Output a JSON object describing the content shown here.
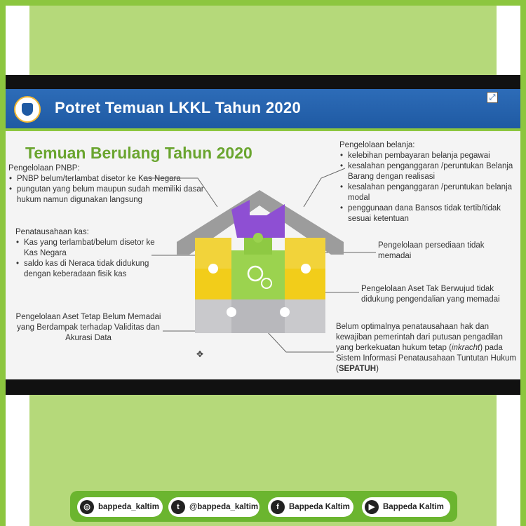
{
  "slide": {
    "title": "Potret Temuan LKKL Tahun 2020",
    "subtitle": "Temuan Berulang Tahun 2020"
  },
  "left_groups": [
    {
      "heading": "Pengelolaan PNBP:",
      "items": [
        "PNBP belum/terlambat disetor ke Kas Negara",
        "pungutan yang belum maupun sudah memiliki dasar hukum namun digunakan langsung"
      ]
    },
    {
      "heading": "Penatausahaan kas:",
      "items": [
        "Kas yang terlambat/belum disetor ke Kas Negara",
        "saldo kas di Neraca tidak didukung dengan keberadaan fisik kas"
      ]
    }
  ],
  "left_bottom": "Pengelolaan Aset Tetap Belum Memadai yang Berdampak terhadap Validitas dan Akurasi Data",
  "right_group": {
    "heading": "Pengelolaan belanja:",
    "items": [
      "kelebihan pembayaran belanja pegawai",
      "kesalahan penganggaran /peruntukan Belanja Barang dengan realisasi",
      "kesalahan penganggaran /peruntukan belanja modal",
      "penggunaan dana Bansos tidak tertib/tidak sesuai ketentuan"
    ]
  },
  "right_persediaan": "Pengelolaan persediaan tidak memadai",
  "right_aset": "Pengelolaan Aset Tak Berwujud tidak didukung pengendalian yang memadai",
  "right_bottom": {
    "text_a": "Belum optimalnya penatausahaan hak dan kewajiban pemerintah dari putusan pengadilan yang berkekuatan hukum tetap (",
    "text_italic": "inkracht",
    "text_b": ") pada Sistem Informasi Penatausahaan Tuntutan Hukum (",
    "text_bold": "SEPATUH",
    "text_c": ")"
  },
  "social": [
    {
      "icon": "instagram-icon",
      "label": "bappeda_kaltim"
    },
    {
      "icon": "twitter-icon",
      "label": "@bappeda_kaltim"
    },
    {
      "icon": "facebook-icon",
      "label": "Bappeda Kaltim"
    },
    {
      "icon": "youtube-icon",
      "label": "Bappeda Kaltim"
    }
  ],
  "colors": {
    "border_green": "#8cc63f",
    "panel_green": "#b5d97a",
    "header_blue": "#1f5aa3",
    "purple": "#8e4fd3",
    "yellow": "#f2d33a",
    "green_piece": "#9bd34f",
    "grey_piece": "#c9c9cc",
    "roof_grey": "#9c9c9c"
  }
}
